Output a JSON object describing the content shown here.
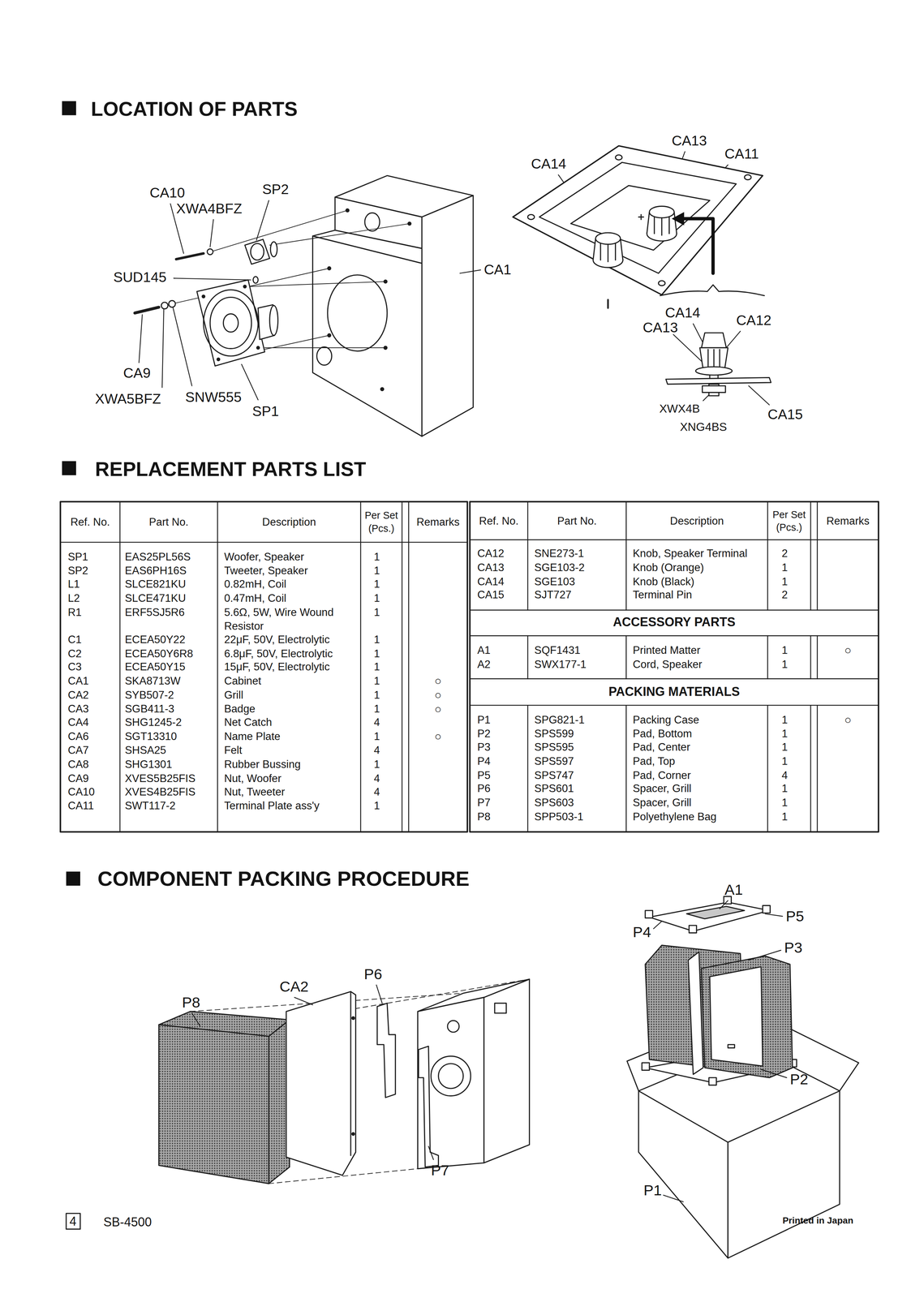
{
  "diagram": {
    "labels": [
      "LOCATION OF PARTS",
      "CA10",
      "XWA4BFZ",
      "SP2",
      "SUD145",
      "CA9",
      "XWA5BFZ",
      "SNW555",
      "SP1",
      "CA1",
      "CA14",
      "CA13",
      "CA11",
      "CA14",
      "CA13",
      "CA12",
      "XWX4B",
      "XNG4BS",
      "CA15",
      "REPLACEMENT PARTS LIST",
      "Ref. No.",
      "Part No.",
      "Description",
      "Per Set (Pcs.)",
      "Remarks",
      "SP1",
      "EAS25PL56S",
      "Woofer, Speaker",
      "1",
      "SP2",
      "EAS6PH16S",
      "Tweeter, Speaker",
      "1",
      "L1",
      "SLCE821KU",
      "0.82mH, Coil",
      "1",
      "L2",
      "SLCE471KU",
      "0.47mH, Coil",
      "1",
      "R1",
      "ERF5SJ5R6",
      "5.6Ω, 5W, Wire Wound Resistor",
      "1",
      "C1",
      "ECEA50Y22",
      "22μF, 50V, Electrolytic",
      "1",
      "C2",
      "ECEA50Y6R8",
      "6.8μF, 50V, Electrolytic",
      "1",
      "C3",
      "ECEA50Y15",
      "15μF, 50V, Electrolytic",
      "1",
      "CA1",
      "SKA8713W",
      "Cabinet",
      "1",
      "○",
      "CA2",
      "SYB507-2",
      "Grill",
      "1",
      "○",
      "CA3",
      "SGB411-3",
      "Badge",
      "1",
      "○",
      "CA4",
      "SHG1245-2",
      "Net Catch",
      "4",
      "CA6",
      "SGT13310",
      "Name Plate",
      "1",
      "○",
      "CA7",
      "SHSA25",
      "Felt",
      "4",
      "CA8",
      "SHG1301",
      "Rubber Bussing",
      "1",
      "CA9",
      "XVES5B25FIS",
      "Nut, Woofer",
      "4",
      "CA10",
      "XVES4B25FIS",
      "Nut, Tweeter",
      "4",
      "CA11",
      "SWT117-2",
      "Terminal Plate ass'y",
      "1",
      "Ref. No.",
      "Part No.",
      "Description",
      "Per Set (Pcs.)",
      "Remarks",
      "CA12",
      "SNE273-1",
      "Knob, Speaker Terminal",
      "2",
      "CA13",
      "SGE103-2",
      "Knob (Orange)",
      "1",
      "CA14",
      "SGE103",
      "Knob (Black)",
      "1",
      "CA15",
      "SJT727",
      "Terminal Pin",
      "2",
      "ACCESSORY PARTS",
      "A1",
      "SQF1431",
      "Printed Matter",
      "1",
      "○",
      "A2",
      "SWX177-1",
      "Cord, Speaker",
      "1",
      "PACKING MATERIALS",
      "P1",
      "SPG821-1",
      "Packing Case",
      "1",
      "○",
      "P2",
      "SPS599",
      "Pad, Bottom",
      "1",
      "P3",
      "SPS595",
      "Pad, Center",
      "1",
      "P4",
      "SPS597",
      "Pad, Top",
      "1",
      "P5",
      "SPS747",
      "Pad, Corner",
      "4",
      "P6",
      "SPS601",
      "Spacer, Grill",
      "1",
      "P7",
      "SPS603",
      "Spacer, Grill",
      "1",
      "P8",
      "SPP503-1",
      "Polyethylene Bag",
      "1",
      "COMPONENT PACKING PROCEDURE",
      "P8",
      "CA2",
      "P6",
      "P7",
      "A1",
      "P4",
      "P5",
      "P3",
      "P2",
      "P1",
      "4",
      "SB-4500",
      "Printed in Japan"
    ]
  }
}
